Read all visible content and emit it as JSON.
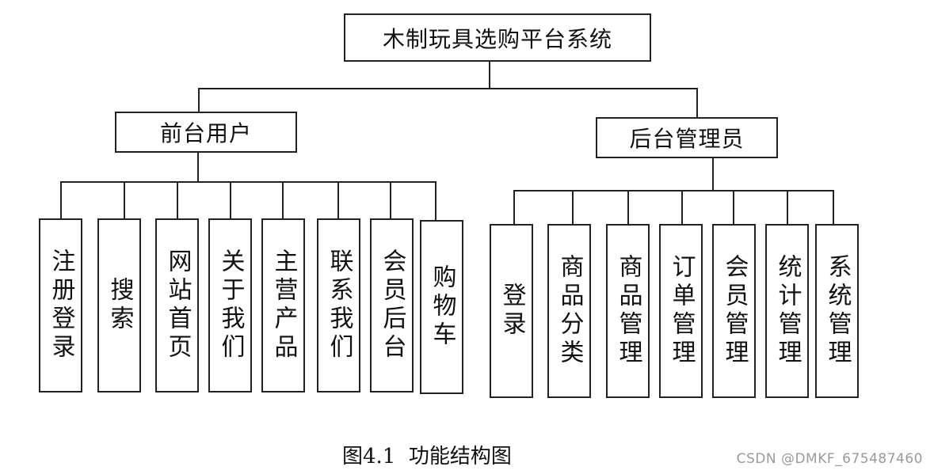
{
  "root": {
    "label": "木制玩具选购平台系统"
  },
  "front": {
    "label": "前台用户",
    "items": [
      "注册登录",
      "搜索",
      "网站首页",
      "关于我们",
      "主营产品",
      "联系我们",
      "会员后台",
      "购物车"
    ]
  },
  "back": {
    "label": "后台管理员",
    "items": [
      "登录",
      "商品分类",
      "商品管理",
      "订单管理",
      "会员管理",
      "统计管理",
      "系统管理"
    ]
  },
  "caption": "图4.1  功能结构图",
  "watermark": "CSDN @DMKF_675487460"
}
